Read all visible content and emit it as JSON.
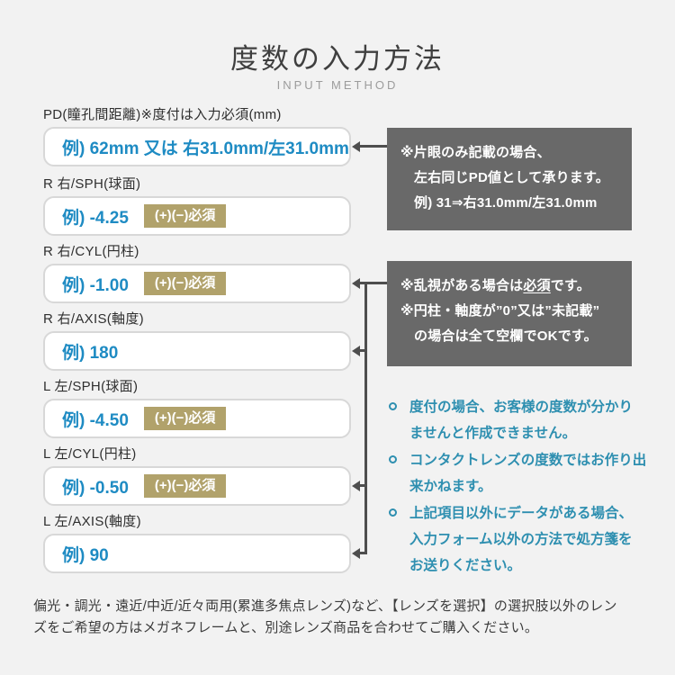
{
  "header": {
    "title": "度数の入力方法",
    "subtitle": "INPUT METHOD"
  },
  "fields": [
    {
      "label": "PD(瞳孔間距離)※度付は入力必須(mm)",
      "example": "例) 62mm 又は 右31.0mm/左31.0mm",
      "badge": ""
    },
    {
      "label": "R 右/SPH(球面)",
      "example": "例) -4.25",
      "badge": "(+)(−)必須"
    },
    {
      "label": "R 右/CYL(円柱)",
      "example": "例) -1.00",
      "badge": "(+)(−)必須"
    },
    {
      "label": "R 右/AXIS(軸度)",
      "example": "例) 180",
      "badge": ""
    },
    {
      "label": "L 左/SPH(球面)",
      "example": "例) -4.50",
      "badge": "(+)(−)必須"
    },
    {
      "label": "L 左/CYL(円柱)",
      "example": "例) -0.50",
      "badge": "(+)(−)必須"
    },
    {
      "label": "L 左/AXIS(軸度)",
      "example": "例) 90",
      "badge": ""
    }
  ],
  "notes": {
    "pd": {
      "line1": "※片眼のみ記載の場合、",
      "line2": "左右同じPD値として承ります。",
      "line3": "例) 31⇒右31.0mm/左31.0mm"
    },
    "cyl": {
      "line1_pre": "※乱視がある場合は",
      "line1_em": "必須",
      "line1_post": "です。",
      "line2": "※円柱・軸度が”0”又は”未記載”",
      "line3": "の場合は全て空欄でOKです。"
    }
  },
  "bullets": [
    "度付の場合、お客様の度数が分かり\nませんと作成できません。",
    "コンタクトレンズの度数ではお作り出\n来かねます。",
    "上記項目以外にデータがある場合、\n入力フォーム以外の方法で処方箋を\nお送りください。"
  ],
  "footer": {
    "text": "偏光・調光・遠近/中近/近々両用(累進多焦点レンズ)など、【レンズを選択】の選択肢以外のレン\nズをご希望の方はメガネフレームと、別途レンズ商品を合わせてご購入ください。"
  },
  "colors": {
    "background": "#f2f2f2",
    "accent_blue": "#1e8bc3",
    "badge_gold": "#b1a26b",
    "note_gray": "#696969",
    "bullet_teal": "#2e8fb0",
    "connector": "#4e4e4e"
  }
}
